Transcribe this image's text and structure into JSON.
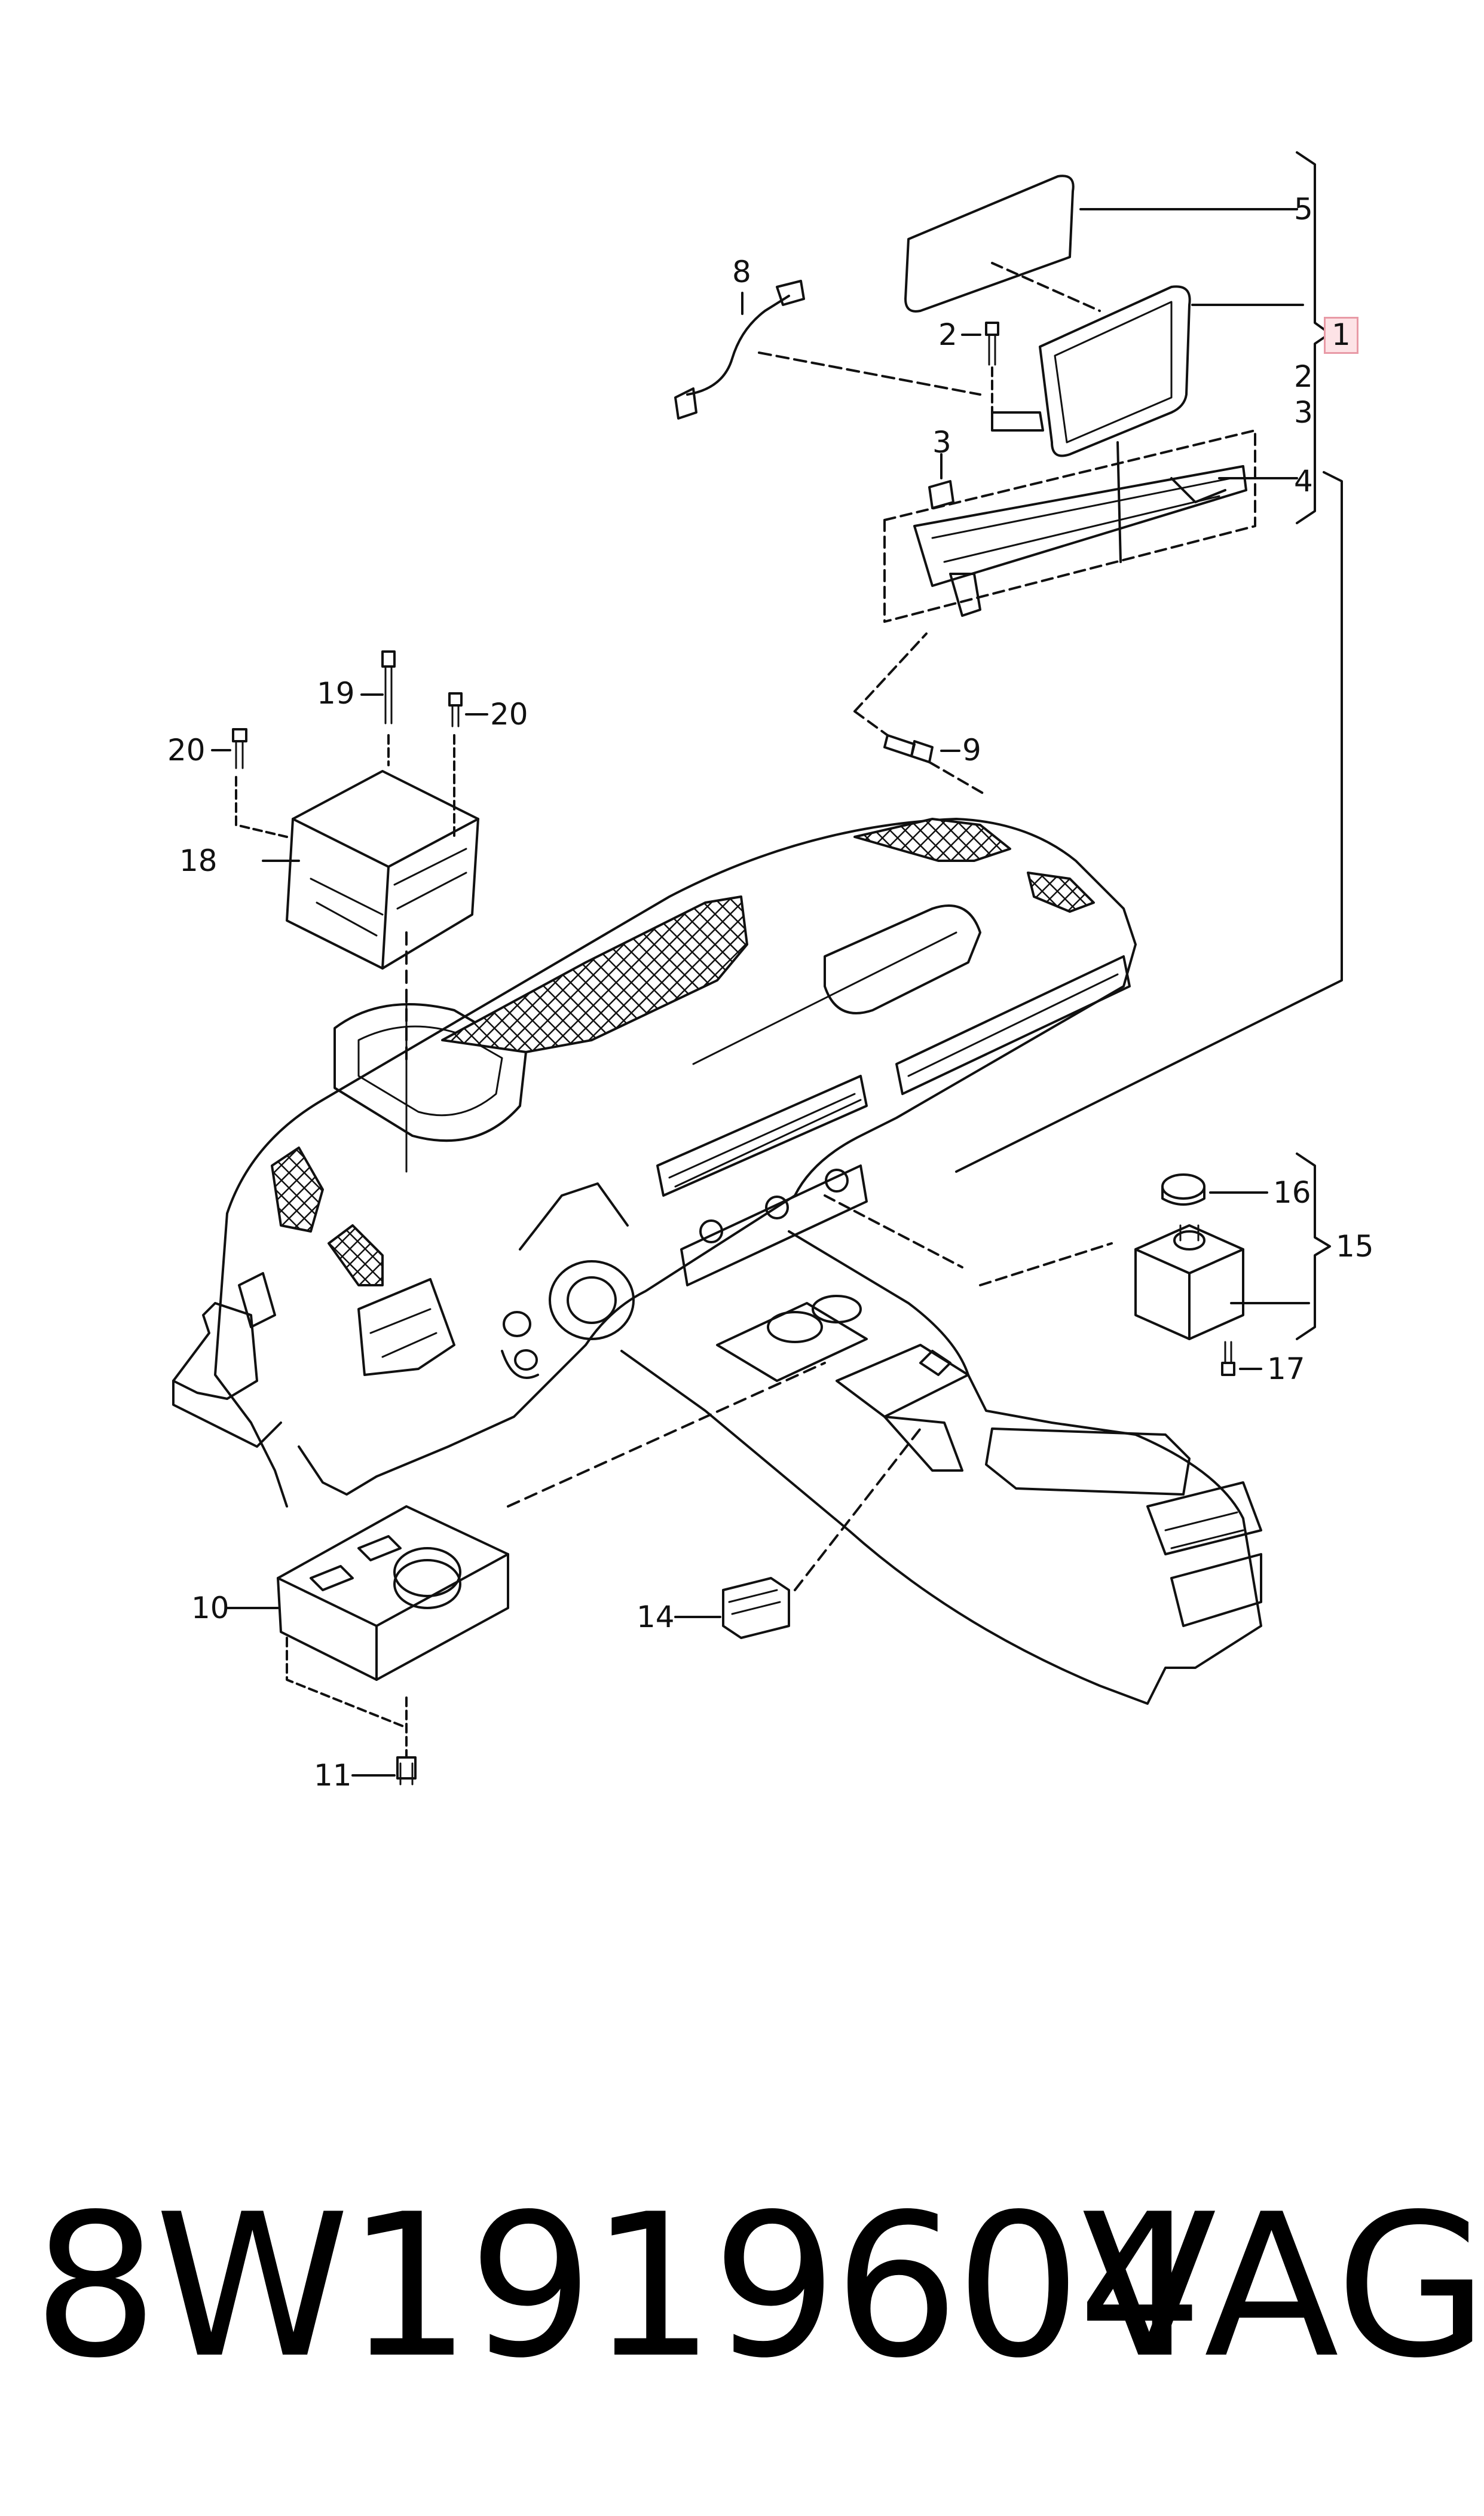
{
  "diagram": {
    "callouts": {
      "c1": "1",
      "c2a": "2",
      "c2b": "2",
      "c3a": "3",
      "c3b": "3",
      "c4": "4",
      "c5": "5",
      "c8": "8",
      "c9": "9",
      "c10": "10",
      "c11": "11",
      "c14": "14",
      "c15": "15",
      "c16": "16",
      "c17": "17",
      "c18": "18",
      "c19": "19",
      "c20a": "20",
      "c20b": "20"
    },
    "highlighted_callout": "1",
    "highlight_color": "#fde3e6"
  },
  "footer": {
    "part_number": "8W1919604",
    "brand": "VAG"
  }
}
